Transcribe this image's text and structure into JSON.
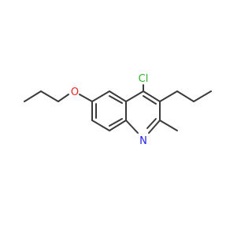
{
  "structure": {
    "atom_labels": {
      "chlorine": "Cl",
      "oxygen": "O",
      "nitrogen": "N"
    },
    "colors": {
      "bond": "#3a3a3a",
      "chlorine": "#2db52d",
      "oxygen": "#e8251f",
      "nitrogen": "#2222ee"
    }
  }
}
